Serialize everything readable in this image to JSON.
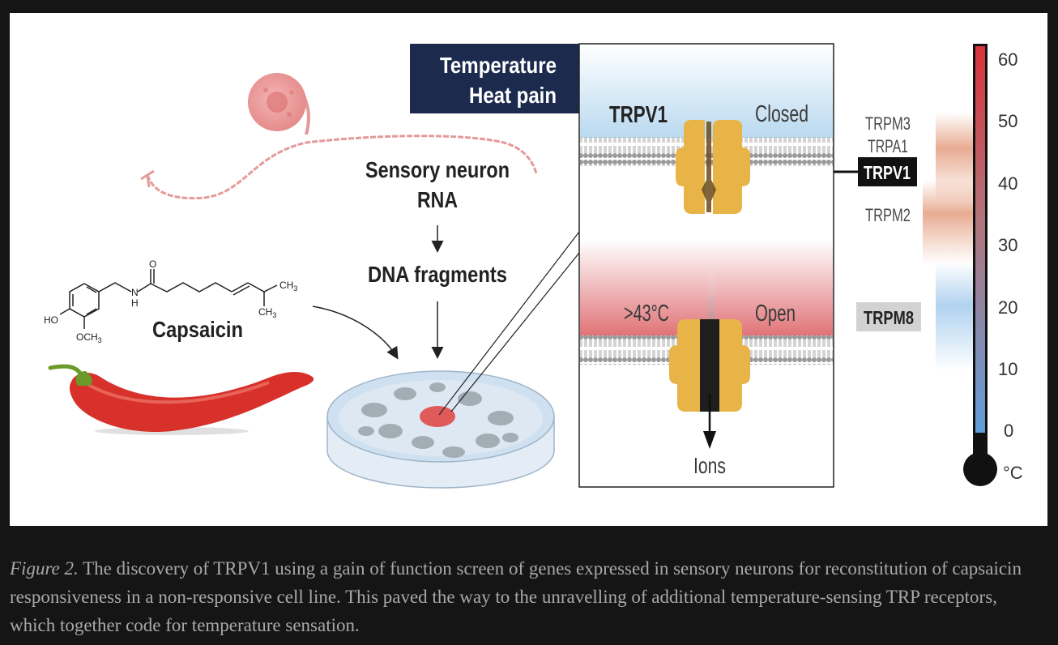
{
  "figure": {
    "neuron_label": [
      "Sensory neuron",
      "RNA"
    ],
    "dna_label": "DNA fragments",
    "compound_label": "Capsaicin",
    "molecule_atoms": {
      "o": "O",
      "nh_n": "N",
      "nh_h": "H",
      "ho": "HO",
      "och3": "OCH",
      "och3_sub": "3",
      "ch3_a": "CH",
      "ch3_a_sub": "3",
      "ch3_b": "CH",
      "ch3_b_sub": "3"
    },
    "stimulus_box": [
      "Temperature",
      "Heat pain"
    ],
    "channel_name": "TRPV1",
    "state_closed": "Closed",
    "state_open": "Open",
    "threshold": ">43°C",
    "ions_label": "Ions",
    "receptors": {
      "trpm3": "TRPM3",
      "trpa1": "TRPA1",
      "trpv1": "TRPV1",
      "trpm2": "TRPM2",
      "trpm8": "TRPM8"
    },
    "thermometer": {
      "ticks": [
        "60",
        "50",
        "40",
        "30",
        "20",
        "10",
        "0"
      ],
      "unit": "°C"
    },
    "colors": {
      "navy": "#1c2a4e",
      "channel": "#e8b448",
      "heat_red": "#d8423c",
      "cold_blue": "#6aa3d8"
    }
  },
  "caption": {
    "prefix": "Figure 2.",
    "text": " The discovery of TRPV1 using a gain of function screen of genes expressed in sensory neurons for reconstitution of capsaicin responsiveness in a non-responsive cell line. This paved the way to the unravelling of additional temperature-sensing TRP receptors, which together code for temperature sensation."
  }
}
